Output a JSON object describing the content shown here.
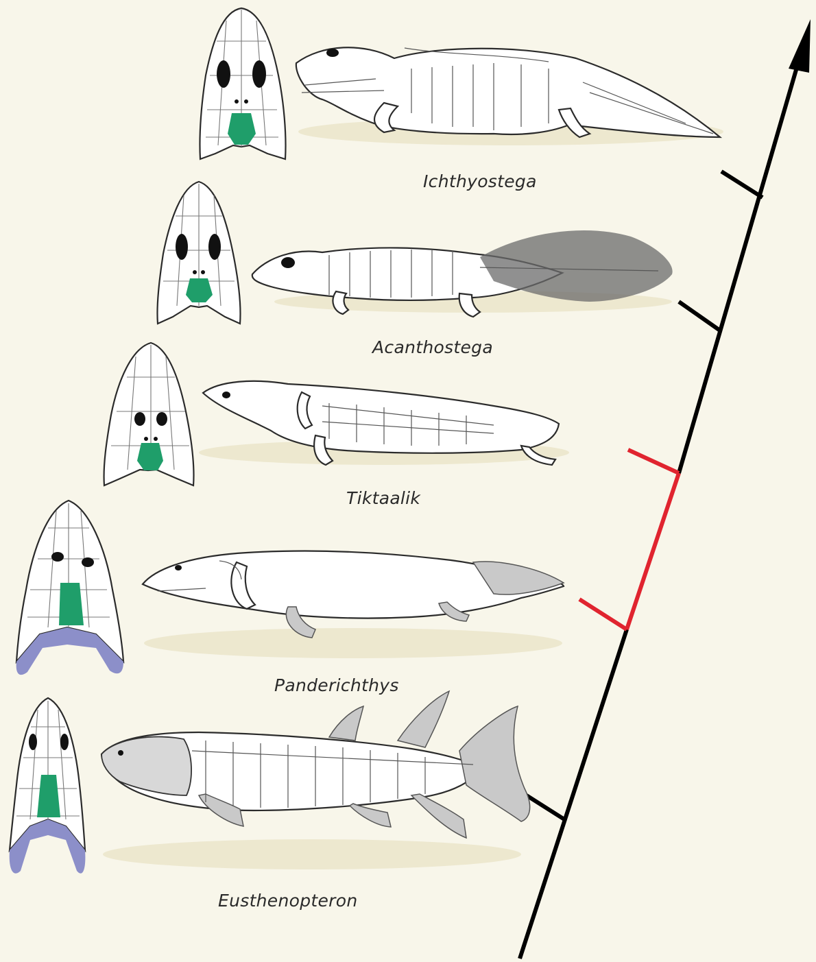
{
  "colors": {
    "background": "#f8f6ea",
    "tree_line": "#000000",
    "highlight_branch": "#e0242f",
    "skull_green": "#1f9e6a",
    "skull_purple": "#8c8fc9",
    "ground_shadow": "#ede8cf"
  },
  "taxa": [
    {
      "name": "Ichthyostega"
    },
    {
      "name": "Acanthostega"
    },
    {
      "name": "Tiktaalik"
    },
    {
      "name": "Panderichthys"
    },
    {
      "name": "Eusthenopteron"
    }
  ]
}
